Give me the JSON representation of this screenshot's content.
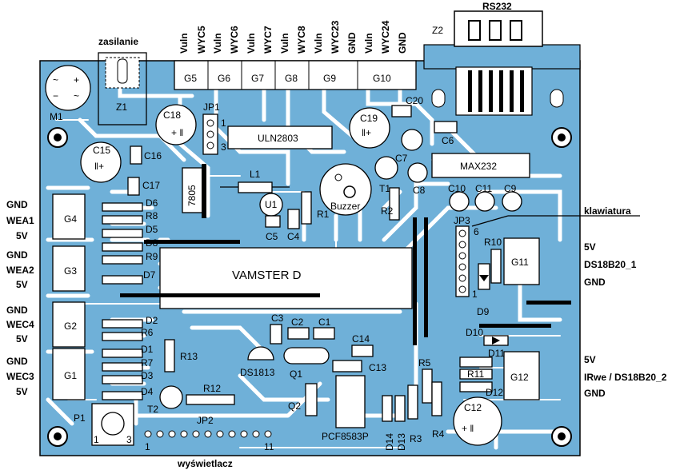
{
  "header_labels": {
    "rs232": "RS232",
    "z2": "Z2",
    "zasilanie": "zasilanie",
    "m1": "M1",
    "z1": "Z1"
  },
  "top_vertical_labels": [
    "Vuln",
    "WYC5",
    "Vuln",
    "WYC6",
    "Vuln",
    "WYC7",
    "Vuln",
    "WYC8",
    "Vuln",
    "WYC23",
    "GND",
    "Vuln",
    "WYC24",
    "GND"
  ],
  "connectors_top": [
    "G5",
    "G6",
    "G7",
    "G8",
    "G9",
    "G10"
  ],
  "left_groups": [
    {
      "connector": "G4",
      "lines": [
        "GND",
        "WEA1",
        "5V"
      ]
    },
    {
      "connector": "G3",
      "lines": [
        "GND",
        "WEA2",
        "5V"
      ]
    },
    {
      "connector": "G2",
      "lines": [
        "GND",
        "WEC4",
        "5V"
      ]
    },
    {
      "connector": "G1",
      "lines": [
        "GND",
        "WEC3",
        "5V"
      ]
    }
  ],
  "right_groups": [
    {
      "connector": "G11",
      "lines": [
        "5V",
        "DS18B20_1",
        "GND"
      ]
    },
    {
      "connector": "G12",
      "lines": [
        "5V",
        "IRwe / DS18B20_2",
        "GND"
      ]
    }
  ],
  "bottom_labels": {
    "wyswietlacz": "wyświetlacz",
    "jp2": "JP2",
    "jp2_first": "1",
    "jp2_last": "11"
  },
  "klawiatura": "klawiatura",
  "components": {
    "c18": "C18",
    "jp1": "JP1",
    "jp1_p1": "1",
    "jp1_p3": "3",
    "uln": "ULN2803",
    "c19": "C19",
    "c20": "C20",
    "c6": "C6",
    "c15": "C15",
    "c16": "C16",
    "c17": "C17",
    "reg": "7805",
    "l1": "L1",
    "u1": "U1",
    "r1": "R1",
    "c5": "C5",
    "c4": "C4",
    "buzzer": "Buzzer",
    "c7": "C7",
    "t1": "T1",
    "r2": "R2",
    "max": "MAX232",
    "c8": "C8",
    "c10": "C10",
    "c11": "C11",
    "c9": "C9",
    "jp3": "JP3",
    "jp3_6": "6",
    "jp3_1": "1",
    "r10": "R10",
    "d9": "D9",
    "d10": "D10",
    "d11": "D11",
    "r11": "R11",
    "d12": "D12",
    "d6": "D6",
    "r8": "R8",
    "d5": "D5",
    "d8": "D8",
    "r9": "R9",
    "d7": "D7",
    "vamster": "VAMSTER D",
    "d2": "D2",
    "r6": "R6",
    "d1": "D1",
    "r7": "R7",
    "d3": "D3",
    "d4": "D4",
    "r13": "R13",
    "c3": "C3",
    "c2": "C2",
    "c1": "C1",
    "c14": "C14",
    "c13": "C13",
    "ds1813": "DS1813",
    "q1": "Q1",
    "q2": "Q2",
    "r12": "R12",
    "t2": "T2",
    "p1": "P1",
    "p1_1": "1",
    "p1_3": "3",
    "pcf": "PCF8583P",
    "r5": "R5",
    "r3": "R3",
    "r4": "R4",
    "d14": "D14",
    "d13": "D13",
    "c12": "C12"
  },
  "colors": {
    "board": "#6fb0d8",
    "track": "#ffffff",
    "outline": "#000000"
  }
}
